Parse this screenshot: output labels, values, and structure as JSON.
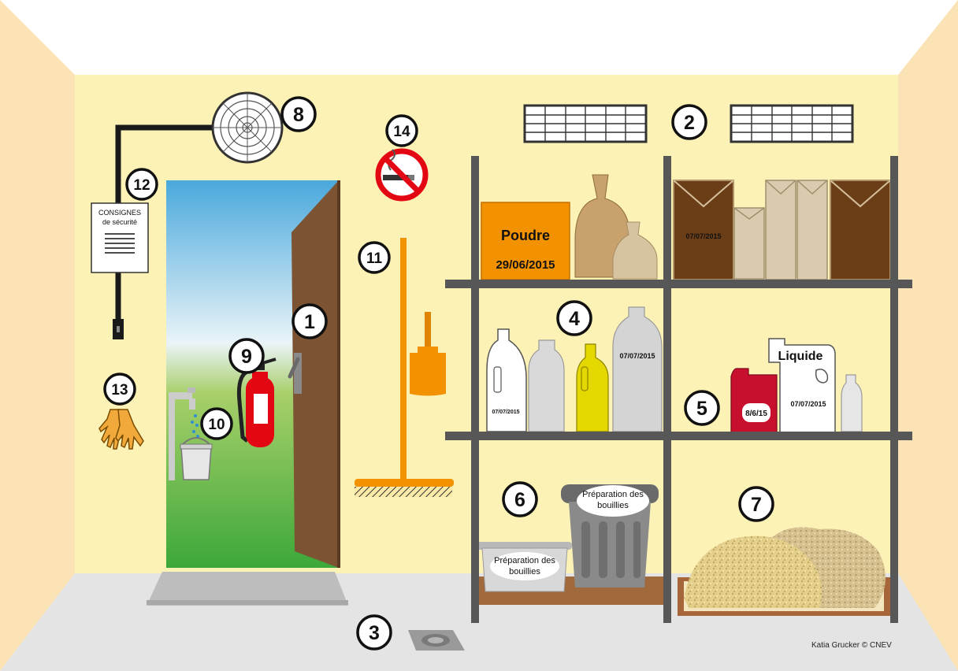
{
  "colors": {
    "wall": "#fdf2b6",
    "side_wall": "#fbe3b5",
    "floor": "#e4e4e4",
    "door": "#7c5433",
    "shelf": "#575757",
    "broom": "#f39200",
    "extinguisher": "#e30613",
    "powder_box": "#f39200",
    "red_can": "#c8102e",
    "yellow_bottle": "#e5d800"
  },
  "markers": [
    {
      "id": "1",
      "label": "1",
      "meaning": "door"
    },
    {
      "id": "2",
      "label": "2",
      "meaning": "ventilation-grilles"
    },
    {
      "id": "3",
      "label": "3",
      "meaning": "floor-drain"
    },
    {
      "id": "4",
      "label": "4",
      "meaning": "liquid-containers"
    },
    {
      "id": "5",
      "label": "5",
      "meaning": "liquid-products"
    },
    {
      "id": "6",
      "label": "6",
      "meaning": "spray-mixing-containers"
    },
    {
      "id": "7",
      "label": "7",
      "meaning": "absorbent-material"
    },
    {
      "id": "8",
      "label": "8",
      "meaning": "fan"
    },
    {
      "id": "9",
      "label": "9",
      "meaning": "fire-extinguisher"
    },
    {
      "id": "10",
      "label": "10",
      "meaning": "water-tap"
    },
    {
      "id": "11",
      "label": "11",
      "meaning": "broom-dustpan"
    },
    {
      "id": "12",
      "label": "12",
      "meaning": "safety-instructions"
    },
    {
      "id": "13",
      "label": "13",
      "meaning": "gloves"
    },
    {
      "id": "14",
      "label": "14",
      "meaning": "no-smoking-sign"
    }
  ],
  "texts": {
    "consignes_line1": "CONSIGNES",
    "consignes_line2": "de sécurité",
    "powder_name": "Poudre",
    "powder_date": "29/06/2015",
    "bag_date": "07/07/2015",
    "bottle_small_date": "07/07/2015",
    "bottle_large_date": "07/07/2015",
    "liquid_name": "Liquide",
    "liquid_date": "07/07/2015",
    "red_can_date": "8/6/15",
    "bin_label_line1": "Préparation des",
    "bin_label_line2": "bouillies",
    "basin_label_line1": "Préparation des",
    "basin_label_line2": "bouillies",
    "credit": "Katia Grucker © CNEV"
  }
}
